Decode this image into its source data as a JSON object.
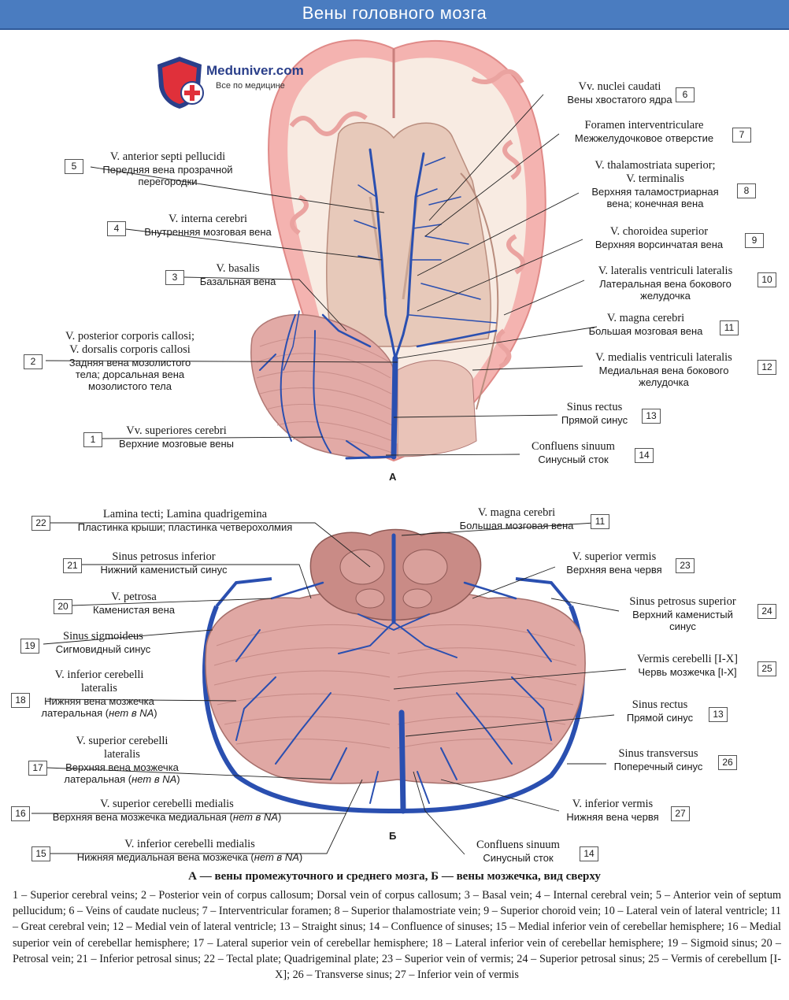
{
  "title": "Вены головного мозга",
  "logo": {
    "name": "Meduniver.com",
    "tagline": "Все по медицине"
  },
  "panel_a": "А",
  "panel_b": "Б",
  "labels_a": [
    {
      "num": "6",
      "lat": "Vv. nuclei caudati",
      "ru": "Вены хвостатого ядра"
    },
    {
      "num": "7",
      "lat": "Foramen interventriculare",
      "ru": "Межжелудочковое отверстие"
    },
    {
      "num": "5",
      "lat": "V. anterior septi pellucidi",
      "ru": "Передняя вена прозрачной",
      "ru2": "перегородки"
    },
    {
      "num": "8",
      "lat": "V. thalamostriata superior;",
      "lat2": "V. terminalis",
      "ru": "Верхняя таламостриарная",
      "ru2": "вена; конечная вена"
    },
    {
      "num": "4",
      "lat": "V. interna cerebri",
      "ru": "Внутренняя мозговая вена"
    },
    {
      "num": "9",
      "lat": "V. choroidea superior",
      "ru": "Верхняя ворсинчатая вена"
    },
    {
      "num": "3",
      "lat": "V. basalis",
      "ru": "Базальная вена"
    },
    {
      "num": "10",
      "lat": "V. lateralis ventriculi lateralis",
      "ru": "Латеральная вена бокового",
      "ru2": "желудочка"
    },
    {
      "num": "11",
      "lat": "V. magna cerebri",
      "ru": "Большая мозговая вена"
    },
    {
      "num": "2",
      "lat": "V. posterior corporis callosi;",
      "lat2": "V. dorsalis corporis callosi",
      "ru": "Задняя вена мозолистого",
      "ru2": "тела; дорсальная вена",
      "ru3": "мозолистого тела"
    },
    {
      "num": "12",
      "lat": "V. medialis ventriculi lateralis",
      "ru": "Медиальная вена бокового",
      "ru2": "желудочка"
    },
    {
      "num": "13",
      "lat": "Sinus rectus",
      "ru": "Прямой синус"
    },
    {
      "num": "1",
      "lat": "Vv. superiores cerebri",
      "ru": "Верхние мозговые вены"
    },
    {
      "num": "14",
      "lat": "Confluens sinuum",
      "ru": "Синусный сток"
    }
  ],
  "labels_b": [
    {
      "num": "22",
      "lat": "Lamina tecti; Lamina quadrigemina",
      "ru": "Пластинка крыши; пластинка четверохолмия"
    },
    {
      "num": "11",
      "lat": "V. magna cerebri",
      "ru": "Большая мозговая вена"
    },
    {
      "num": "21",
      "lat": "Sinus petrosus inferior",
      "ru": "Нижний каменистый синус"
    },
    {
      "num": "23",
      "lat": "V. superior vermis",
      "ru": "Верхняя вена червя"
    },
    {
      "num": "20",
      "lat": "V. petrosa",
      "ru": "Каменистая вена"
    },
    {
      "num": "24",
      "lat": "Sinus petrosus superior",
      "ru": "Верхний каменистый",
      "ru2": "синус"
    },
    {
      "num": "19",
      "lat": "Sinus sigmoideus",
      "ru": "Сигмовидный синус"
    },
    {
      "num": "25",
      "lat": "Vermis cerebelli [I-X]",
      "ru": "Червь мозжечка [I-X]"
    },
    {
      "num": "18",
      "lat": "V. inferior cerebelli",
      "lat2": "lateralis",
      "ru": "Нижняя вена мозжечка",
      "ru2": "латеральная (",
      "ru2i": "нет в NA",
      ")": ")"
    },
    {
      "num": "13",
      "lat": "Sinus rectus",
      "ru": "Прямой синус"
    },
    {
      "num": "17",
      "lat": "V. superior cerebelli",
      "lat2": "lateralis",
      "ru": "Верхняя вена мозжечка",
      "ru2": "латеральная (",
      "ru2i": "нет в NA",
      ")": ")"
    },
    {
      "num": "26",
      "lat": "Sinus transversus",
      "ru": "Поперечный синус"
    },
    {
      "num": "16",
      "lat": "V. superior cerebelli medialis",
      "ru": "Верхняя вена мозжечка медиальная (",
      "rui": "нет в NA",
      ")": ")"
    },
    {
      "num": "27",
      "lat": "V. inferior vermis",
      "ru": "Нижняя вена червя"
    },
    {
      "num": "15",
      "lat": "V. inferior cerebelli medialis",
      "ru": "Нижняя медиальная вена мозжечка (",
      "rui": "нет в NA",
      ")": ")"
    },
    {
      "num": "14",
      "lat": "Confluens sinuum",
      "ru": "Синусный сток"
    }
  ],
  "caption": "А — вены промежуточного и среднего мозга, Б — вены мозжечка, вид сверху",
  "legend": "1 – Superior cerebral veins; 2 – Posterior vein of corpus callosum; Dorsal vein of corpus callosum; 3 – Basal vein; 4 – Internal cerebral vein; 5 – Anterior vein of septum pellucidum; 6 – Veins of caudate nucleus; 7 – Interventricular foramen; 8 – Superior thalamostriate vein; 9 – Superior choroid vein; 10 – Lateral vein of lateral ventricle; 11 – Great cerebral vein; 12 – Medial vein of lateral ventricle; 13 – Straight sinus; 14 – Confluence of sinuses; 15 – Medial inferior vein of cerebellar hemisphere; 16 – Medial superior vein of cerebellar hemisphere; 17 – Lateral superior vein of cerebellar hemisphere; 18 – Lateral inferior vein of cerebellar hemisphere; 19 – Sigmoid sinus; 20 – Petrosal vein; 21 – Inferior petrosal sinus; 22 – Tectal plate; Quadrigeminal plate; 23 – Superior vein of vermis; 24 – Superior petrosal sinus; 25 – Vermis of cerebellum [I-X]; 26 – Transverse sinus; 27 – Inferior vein of vermis",
  "colors": {
    "title_bar": "#4a7cc0",
    "vein": "#2a4fb0",
    "cortex": "#f2a3a3",
    "white_matter": "#f7e9df",
    "cerebellum": "#d99a98"
  }
}
